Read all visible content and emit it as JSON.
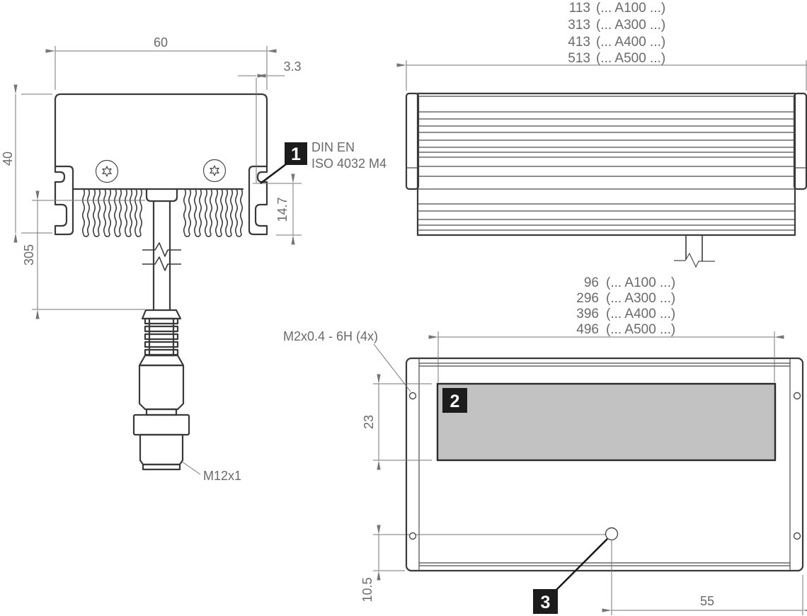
{
  "drawing": {
    "side_view": {
      "dim_width": "60",
      "dim_nut_offset": "3.3",
      "dim_height": "40",
      "dim_cable_length": "305",
      "dim_channel_depth": "14.7",
      "connector_thread": "M12x1",
      "callout_nut": {
        "index": "1",
        "line1": "DIN EN",
        "line2": "ISO 4032 M4"
      }
    },
    "top_view": {
      "length_labels": [
        {
          "value": "113",
          "variant": "(... A100 ...)"
        },
        {
          "value": "313",
          "variant": "(... A300 ...)"
        },
        {
          "value": "413",
          "variant": "(... A400 ...)"
        },
        {
          "value": "513",
          "variant": "(... A500 ...)"
        }
      ]
    },
    "front_view": {
      "length_labels": [
        {
          "value": "96",
          "variant": "(... A100 ...)"
        },
        {
          "value": "296",
          "variant": "(... A300 ...)"
        },
        {
          "value": "396",
          "variant": "(... A400 ...)"
        },
        {
          "value": "496",
          "variant": "(... A500 ...)"
        }
      ],
      "thread_label": "M2x0.4 - 6H (4x)",
      "dim_window_height": "23",
      "dim_hole_offset": "10.5",
      "dim_indicator_offset": "55",
      "callout_window": "2",
      "callout_indicator": "3"
    },
    "colors": {
      "outline": "#3a3a3a",
      "dimension": "#757575",
      "dimension_text": "#6a6a6a",
      "callout_bg": "#1c1c1c",
      "window_fill": "#c2c2c2"
    }
  }
}
